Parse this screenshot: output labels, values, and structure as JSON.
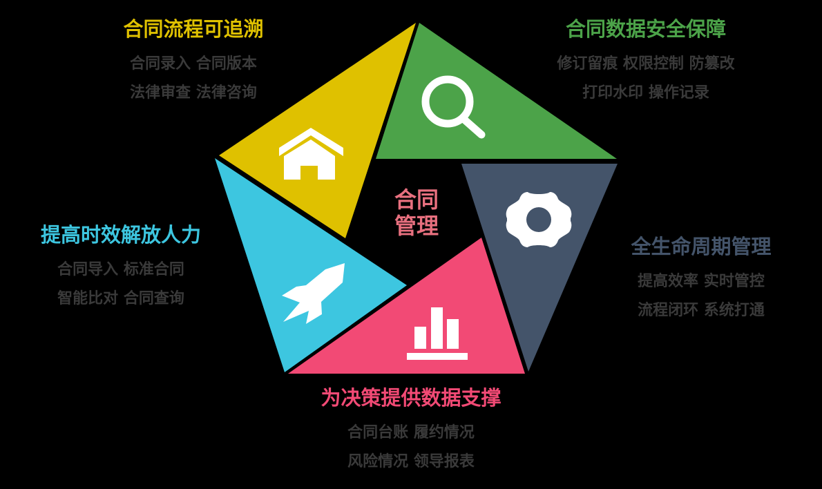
{
  "center": {
    "line1": "合同",
    "line2": "管理",
    "color": "#E8707F"
  },
  "colors": {
    "yellow": "#DFC100",
    "green": "#4CA349",
    "slate": "#44546A",
    "pink": "#F24A75",
    "cyan": "#3DC6E0",
    "subtext": "#3A3A3A",
    "background": "#000000"
  },
  "segments": [
    {
      "id": "traceable",
      "title": "合同流程可追溯",
      "color": "#DFC100",
      "icon": "home-icon",
      "lines": [
        "合同录入 合同版本",
        "法律审查 法律咨询"
      ]
    },
    {
      "id": "security",
      "title": "合同数据安全保障",
      "color": "#4CA349",
      "icon": "search-icon",
      "lines": [
        "修订留痕 权限控制 防篡改",
        "打印水印 操作记录"
      ]
    },
    {
      "id": "lifecycle",
      "title": "全生命周期管理",
      "color": "#44546A",
      "icon": "gear-icon",
      "lines": [
        "提高效率 实时管控",
        "流程闭环 系统打通"
      ]
    },
    {
      "id": "decision",
      "title": "为决策提供数据支撑",
      "color": "#F24A75",
      "icon": "bar-chart-icon",
      "lines": [
        "合同台账 履约情况",
        "风险情况 领导报表"
      ]
    },
    {
      "id": "efficiency",
      "title": "提高时效解放人力",
      "color": "#3DC6E0",
      "icon": "rocket-icon",
      "lines": [
        "合同导入 标准合同",
        "智能比对 合同查询"
      ]
    }
  ]
}
